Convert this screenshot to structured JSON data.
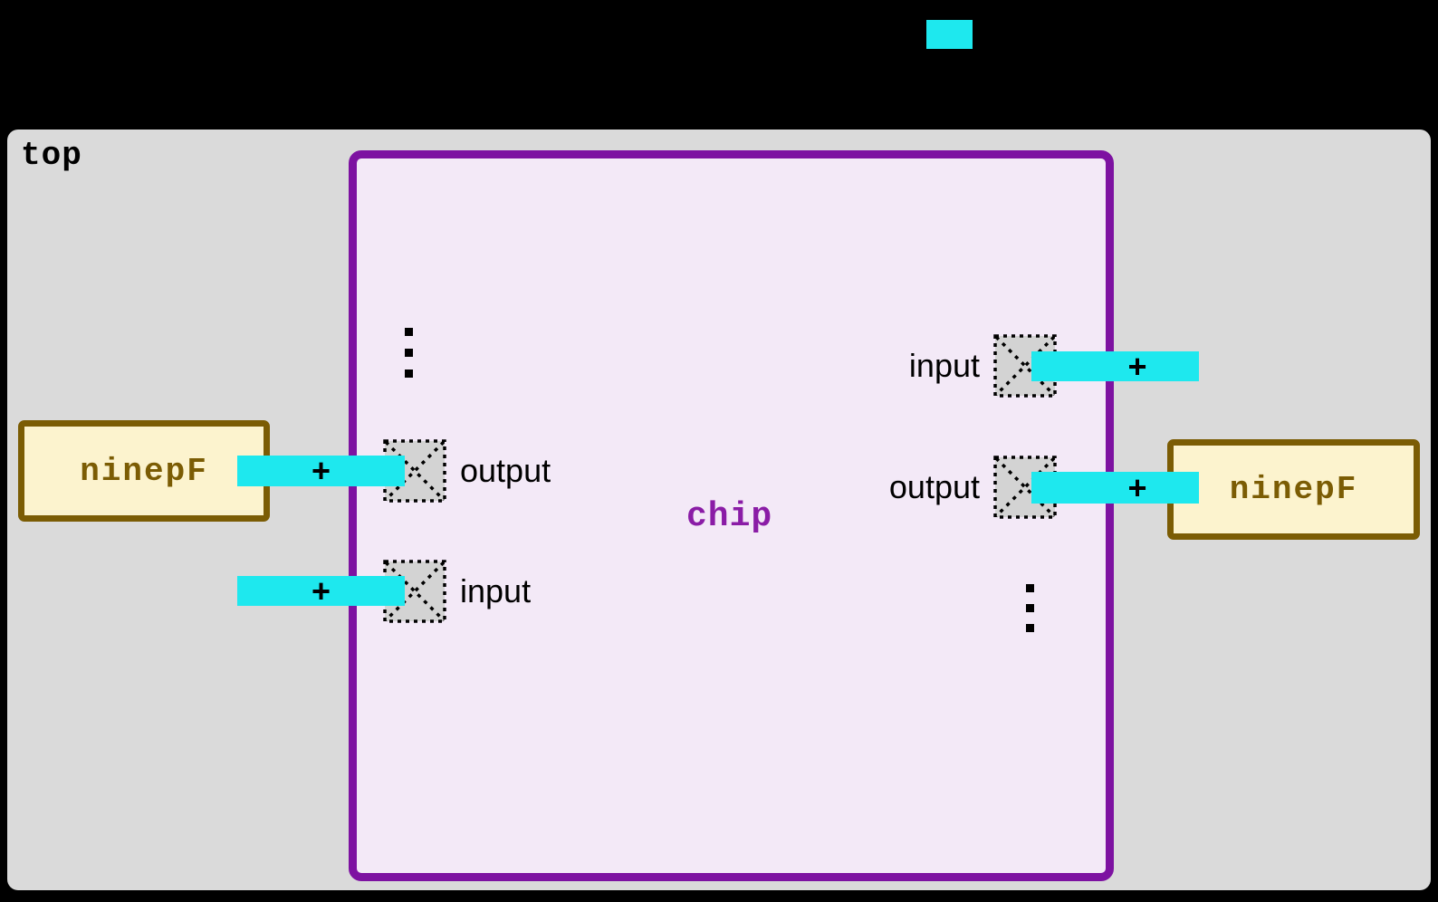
{
  "colors": {
    "canvas-bg": "#000000",
    "cell-fill": "#dadada",
    "chip-fill": "#f3e9f7",
    "chip-border": "#7d12a1",
    "chip-label": "#8a1ca6",
    "wire": "#1ee8ee",
    "instance-fill": "#fcf3ce",
    "instance-border": "#7b5c04",
    "pin-fill": "#d3d3d3"
  },
  "cell": {
    "name": "top",
    "chip": {
      "name": "chip",
      "ports": {
        "left": [
          {
            "label": "output"
          },
          {
            "label": "input"
          }
        ],
        "right": [
          {
            "label": "input"
          },
          {
            "label": "output"
          }
        ]
      }
    },
    "instances": [
      {
        "name": "ninepF"
      },
      {
        "name": "ninepF"
      }
    ],
    "wires": [
      {
        "label": "+"
      },
      {
        "label": "+"
      },
      {
        "label": "+"
      },
      {
        "label": "+"
      }
    ]
  }
}
